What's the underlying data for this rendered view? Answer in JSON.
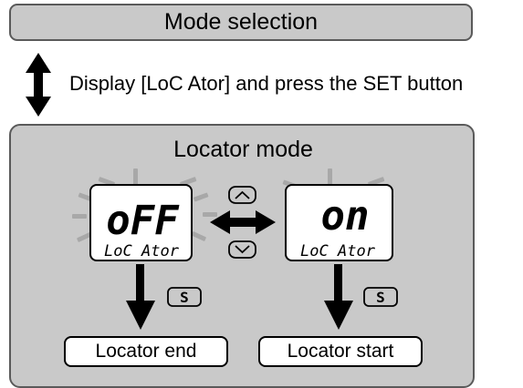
{
  "mode_selection": {
    "label": "Mode selection"
  },
  "instruction": "Display [LoC Ator] and press the SET button",
  "locator_mode": {
    "title": "Locator mode",
    "displays": [
      {
        "main": "oFF",
        "sub": "LoC Ator"
      },
      {
        "main": "on",
        "sub": "LoC Ator"
      }
    ],
    "set_key_label": "S",
    "results": {
      "end": "Locator end",
      "start": "Locator start"
    }
  },
  "colors": {
    "panel": "#c9c9c9",
    "border": "#5a5a5a",
    "ray": "#a8a8a8"
  }
}
